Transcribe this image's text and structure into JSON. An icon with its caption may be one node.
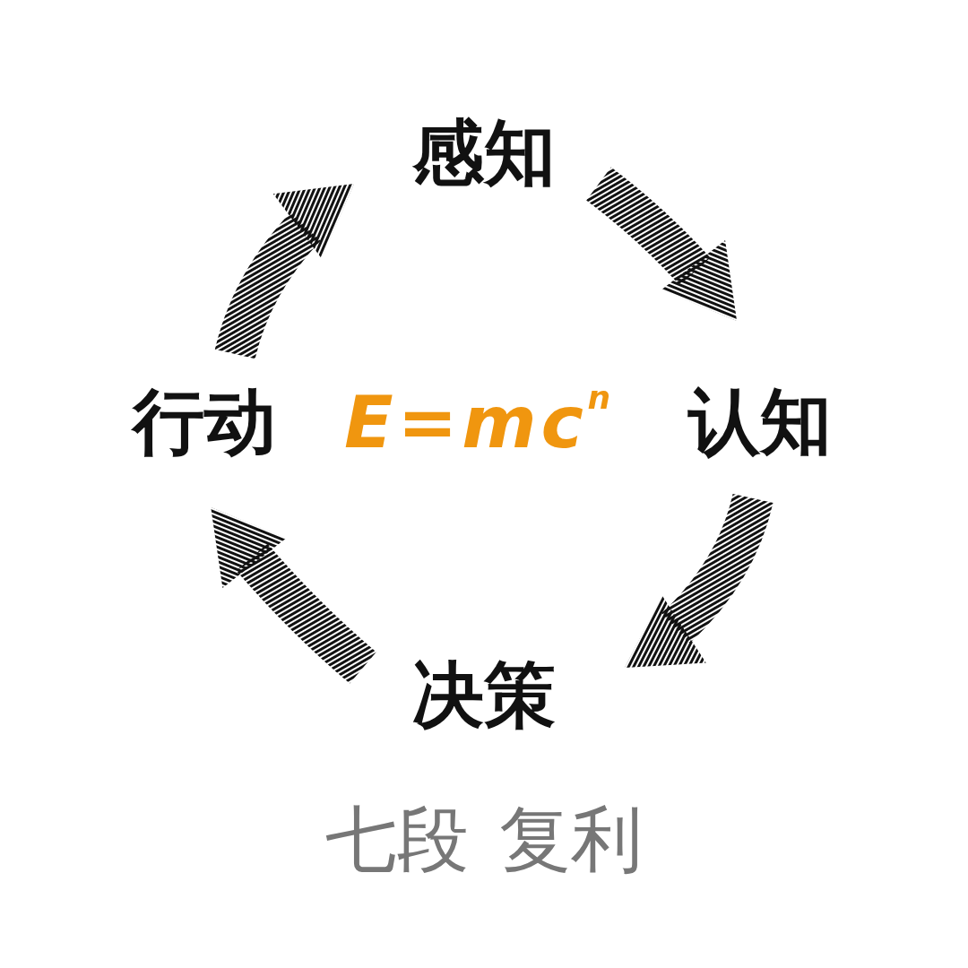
{
  "diagram": {
    "caption": "七段 复利",
    "nodes": [
      {
        "text": [
          "感知"
        ]
      },
      {
        "text": [
          "认知"
        ]
      },
      {
        "text": [
          "决策"
        ]
      },
      {
        "text": [
          "行动"
        ]
      }
    ],
    "edges": [
      {
        "from": 0,
        "to": 1,
        "arrow": "to"
      },
      {
        "from": 1,
        "to": 2,
        "arrow": "to"
      },
      {
        "from": 2,
        "to": 3,
        "arrow": "to"
      },
      {
        "from": 3,
        "to": 0,
        "arrow": "to"
      }
    ],
    "labels": [
      "E=mc$^{n}$"
    ]
  }
}
